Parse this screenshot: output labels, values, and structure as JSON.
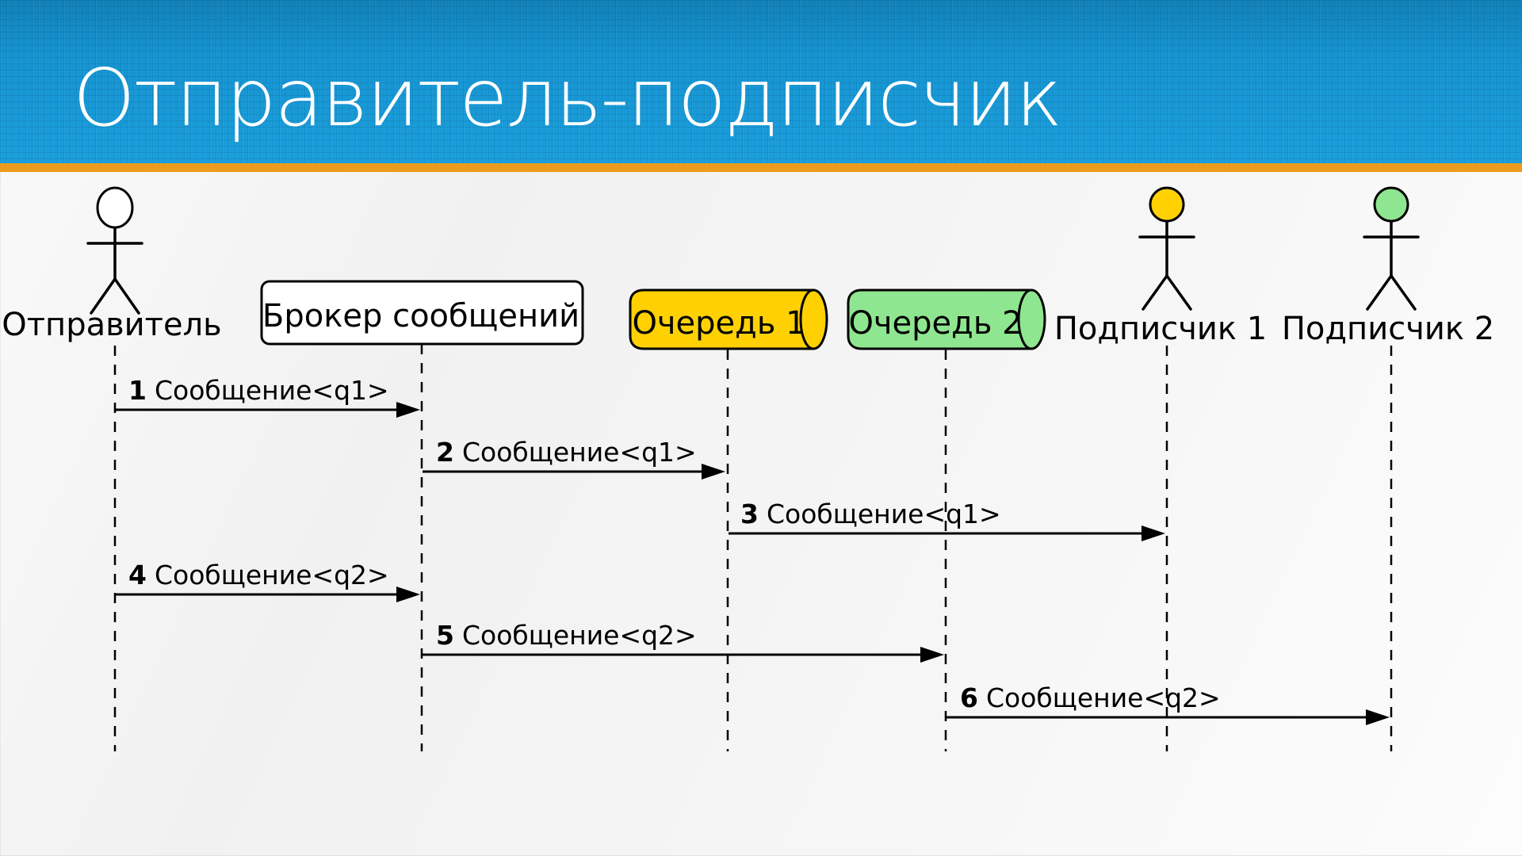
{
  "slide": {
    "title": "Отправитель-подписчик",
    "theme": {
      "header_blue": "#1797D5",
      "accent_orange": "#EC9C1C",
      "content_background": "#F6F6F6",
      "diagram_line_color": "#000000",
      "queue1_fill": "#FFD103",
      "queue2_fill": "#8FE690",
      "broker_fill": "#FFFFFF",
      "sender_head_fill": "#FFFFFF",
      "subscriber1_head_fill": "#FFD103",
      "subscriber2_head_fill": "#8FE690"
    }
  },
  "diagram": {
    "type": "uml-sequence",
    "participants": [
      {
        "id": "sender",
        "type": "actor",
        "label": "Отправитель",
        "head_fill": "#FFFFFF"
      },
      {
        "id": "broker",
        "type": "box",
        "label": "Брокер сообщений",
        "fill": "#FFFFFF"
      },
      {
        "id": "queue1",
        "type": "queue",
        "label": "Очередь 1",
        "fill": "#FFD103"
      },
      {
        "id": "queue2",
        "type": "queue",
        "label": "Очередь 2",
        "fill": "#8FE690"
      },
      {
        "id": "subscriber1",
        "type": "actor",
        "label": "Подписчик 1",
        "head_fill": "#FFD103"
      },
      {
        "id": "subscriber2",
        "type": "actor",
        "label": "Подписчик 2",
        "head_fill": "#8FE690"
      }
    ],
    "messages": [
      {
        "num": "1",
        "text": "Сообщение<q1>",
        "from": "Отправитель",
        "to": "Брокер сообщений"
      },
      {
        "num": "2",
        "text": "Сообщение<q1>",
        "from": "Брокер сообщений",
        "to": "Очередь 1"
      },
      {
        "num": "3",
        "text": "Сообщение<q1>",
        "from": "Очередь 1",
        "to": "Подписчик 1"
      },
      {
        "num": "4",
        "text": "Сообщение<q2>",
        "from": "Отправитель",
        "to": "Брокер сообщений"
      },
      {
        "num": "5",
        "text": "Сообщение<q2>",
        "from": "Брокер сообщений",
        "to": "Очередь 2"
      },
      {
        "num": "6",
        "text": "Сообщение<q2>",
        "from": "Очередь 2",
        "to": "Подписчик 2"
      }
    ]
  }
}
